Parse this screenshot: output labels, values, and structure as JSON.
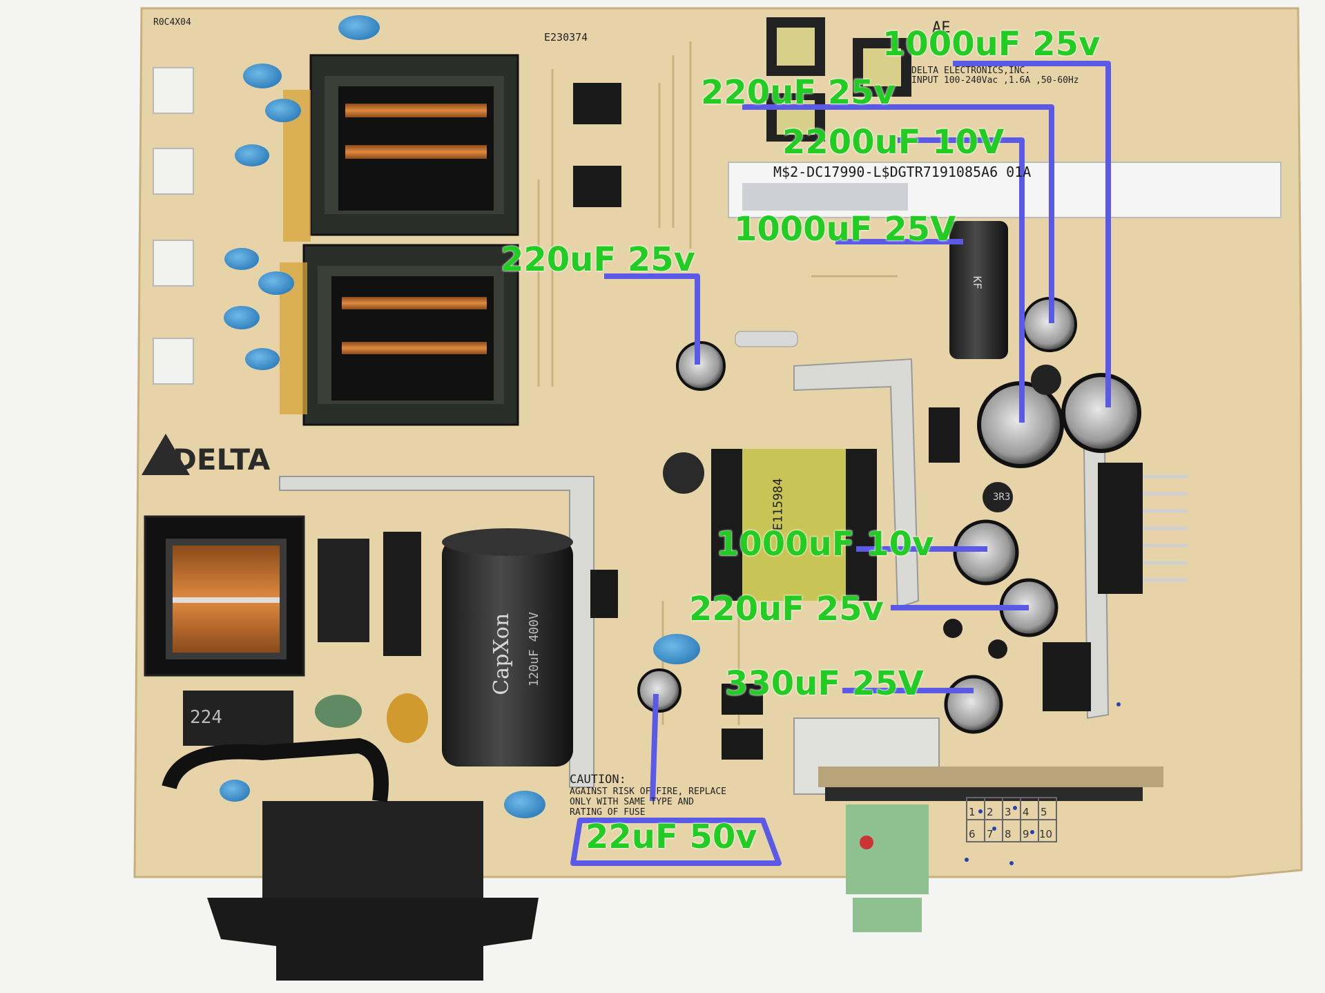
{
  "annotations": [
    {
      "id": "cap-1000uf-25v-top",
      "text": "1000uF 25v"
    },
    {
      "id": "cap-220uf-25v-top",
      "text": "220uF 25v"
    },
    {
      "id": "cap-2200uf-10v",
      "text": "2200uF 10V"
    },
    {
      "id": "cap-1000uf-25v-mid",
      "text": "1000uF 25V"
    },
    {
      "id": "cap-220uf-25v-left",
      "text": "220uF 25v"
    },
    {
      "id": "cap-1000uf-10v",
      "text": "1000uF 10v"
    },
    {
      "id": "cap-220uf-25v-low",
      "text": "220uF 25v"
    },
    {
      "id": "cap-330uf-25v",
      "text": "330uF 25V"
    },
    {
      "id": "cap-22uf-50v",
      "text": "22uF 50v"
    }
  ],
  "board_markings": {
    "brand": "DELTA",
    "model_code": "R0C4X04",
    "manufacturer": "DELTA ELECTRONICS,INC.",
    "input_rating": "INPUT 100-240Vac ,1.6A ,50-60Hz",
    "part_number": "M$2-DC17990-L$DGTR7191085A6 01A",
    "model_suffix": "AE",
    "big_cap_brand": "CapXon",
    "big_cap_rating": "120uF 400V",
    "chip_code": "224",
    "caution": "CAUTION:",
    "caution_detail": "AGAINST RISK OF FIRE, REPLACE ONLY WITH SAME TYPE AND RATING OF FUSE",
    "ul_marking": "E230374",
    "transformer_code": "E115984",
    "inductor_code": "3R3",
    "cap_brand": "KF",
    "grid_numbers": [
      "1",
      "2",
      "3",
      "4",
      "5",
      "6",
      "7",
      "8",
      "9",
      "10"
    ]
  },
  "colors": {
    "annotation_text": "#22cc22",
    "annotation_line": "#5a5ae6",
    "pcb": "#e6d4a8",
    "background": "#f4f4f2"
  }
}
